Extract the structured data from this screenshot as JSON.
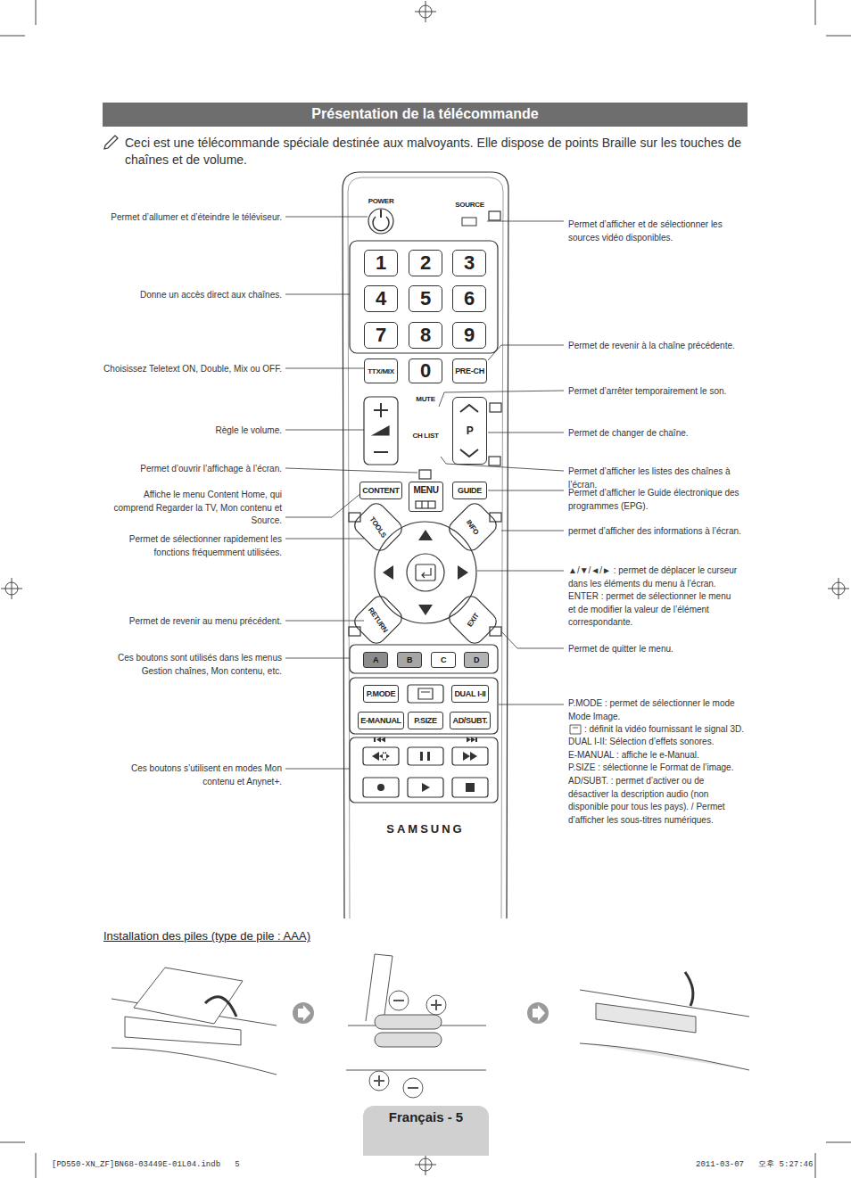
{
  "diagram": {
    "title": "Présentation de la télécommande",
    "nodes": [
      {
        "text": [
          "POWER"
        ]
      },
      {
        "text": [
          "SOURCE"
        ]
      },
      {
        "text": [
          "1"
        ]
      },
      {
        "text": [
          "2"
        ]
      },
      {
        "text": [
          "3"
        ]
      },
      {
        "text": [
          "4"
        ]
      },
      {
        "text": [
          "5"
        ]
      },
      {
        "text": [
          "6"
        ]
      },
      {
        "text": [
          "7"
        ]
      },
      {
        "text": [
          "8"
        ]
      },
      {
        "text": [
          "9"
        ]
      },
      {
        "text": [
          "TTX/MIX"
        ]
      },
      {
        "text": [
          "0"
        ]
      },
      {
        "text": [
          "PRE-CH"
        ]
      },
      {
        "text": [
          "MUTE"
        ]
      },
      {
        "text": [
          "P"
        ]
      },
      {
        "text": [
          "CH LIST"
        ]
      },
      {
        "text": [
          "CONTENT"
        ]
      },
      {
        "text": [
          "MENU"
        ]
      },
      {
        "text": [
          "GUIDE"
        ]
      },
      {
        "text": [
          "TOOLS"
        ]
      },
      {
        "text": [
          "INFO"
        ]
      },
      {
        "text": [
          "RETURN"
        ]
      },
      {
        "text": [
          "EXIT"
        ]
      },
      {
        "text": [
          "A"
        ]
      },
      {
        "text": [
          "B"
        ]
      },
      {
        "text": [
          "C"
        ]
      },
      {
        "text": [
          "D"
        ]
      },
      {
        "text": [
          "P.MODE"
        ]
      },
      {
        "text": [
          "DUAL I-II"
        ]
      },
      {
        "text": [
          "E-MANUAL"
        ]
      },
      {
        "text": [
          "P.SIZE"
        ]
      },
      {
        "text": [
          "AD/SUBT."
        ]
      },
      {
        "text": [
          "Français - 5"
        ]
      }
    ],
    "labels": [
      "Permet d’allumer et d’éteindre le téléviseur.",
      "Donne un accès direct aux chaînes.",
      "Choisissez Teletext ON, Double, Mix ou OFF.",
      "Règle le volume.",
      "Permet d’ouvrir l’affichage à l’écran.",
      "Affiche le menu Content Home, qui comprend Regarder la TV, Mon contenu et Source.",
      "Permet de sélectionner rapidement les fonctions fréquemment utilisées.",
      "Permet de revenir au menu précédent.",
      "Ces boutons sont utilisés dans les menus Gestion chaînes, Mon contenu, etc.",
      "Ces boutons s’utilisent en modes Mon contenu et Anynet+.",
      "Permet d’afficher et de sélectionner les sources vidéo disponibles.",
      "Permet de revenir à la chaîne précédente.",
      "Permet d’arrêter temporairement le son.",
      "Permet de changer de chaîne.",
      "Permet d’afficher les listes des chaînes à l’écran.",
      "Permet d’afficher le Guide électronique des programmes (EPG).",
      "permet d’afficher des informations à l’écran.",
      "▲/▼/◄/► : permet de déplacer le curseur dans les éléments du menu à l’écran.",
      "ENTER : permet de sélectionner le menu et de modifier la valeur de l’élément correspondante.",
      "Permet de quitter le menu.",
      "P.MODE : permet de sélectionner le mode Mode Image.",
      ": définit la vidéo fournissant le signal 3D.",
      "DUAL I-II: Sélection d’effets sonores.",
      "E-MANUAL : affiche le e-Manual.",
      "P.SIZE : sélectionne le Format de l’image.",
      "AD/SUBT. : permet d’activer ou de désactiver la description audio (non disponible pour tous les pays). / Permet d’afficher les sous-titres numériques.",
      "Ceci est une télécommande spéciale destinée aux malvoyants. Elle dispose de points Braille sur les touches de chaînes et de volume.",
      "SAMSUNG",
      "Installation des piles (type de pile : AAA)",
      "[PD550-XN_ZF]BN68-03449E-01L04.indb   5",
      "2011-03-07   오후 5:27:46"
    ]
  }
}
